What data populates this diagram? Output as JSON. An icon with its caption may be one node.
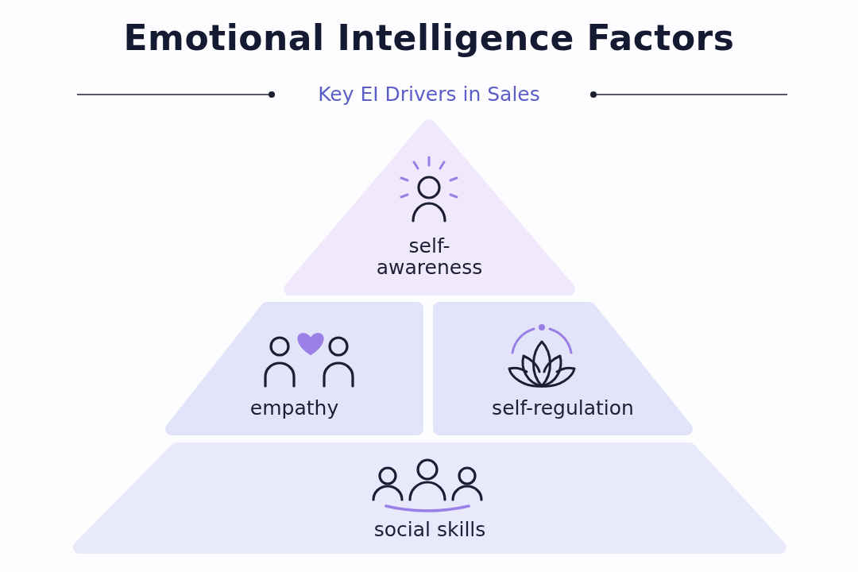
{
  "diagram": {
    "title": "Emotional Intelligence Factors",
    "nodes": [
      {
        "text": [
          "self-awareness"
        ]
      },
      {
        "text": [
          "empathy"
        ]
      },
      {
        "text": [
          "self-regulation"
        ]
      },
      {
        "text": [
          "social skills"
        ]
      }
    ],
    "labels": [
      "Key EI Drivers in Sales"
    ]
  }
}
